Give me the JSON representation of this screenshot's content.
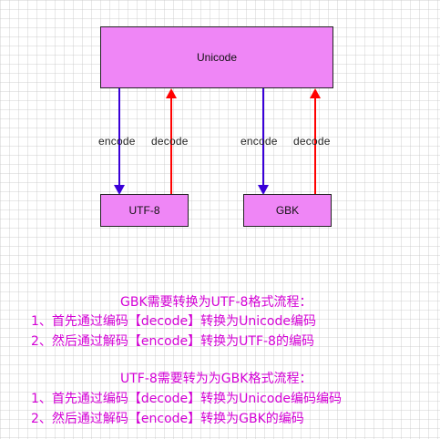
{
  "diagram": {
    "nodes": {
      "unicode": "Unicode",
      "utf8": "UTF-8",
      "gbk": "GBK"
    },
    "edge_labels": {
      "encode": "encode",
      "decode": "decode"
    },
    "colors": {
      "box_fill": "#ef86f6",
      "encode_arrow": "#3a00d8",
      "decode_arrow": "#ff0000",
      "note_text": "#d400d6"
    }
  },
  "notes": {
    "section1": {
      "title": "GBK需要转换为UTF-8格式流程：",
      "step1": "1、首先通过编码【decode】转换为Unicode编码",
      "step2": "2、然后通过解码【encode】转换为UTF-8的编码"
    },
    "section2": {
      "title": "UTF-8需要转为为GBK格式流程：",
      "step1": "1、首先通过编码【decode】转换为Unicode编码编码",
      "step2": "2、然后通过解码【encode】转换为GBK的编码"
    }
  }
}
